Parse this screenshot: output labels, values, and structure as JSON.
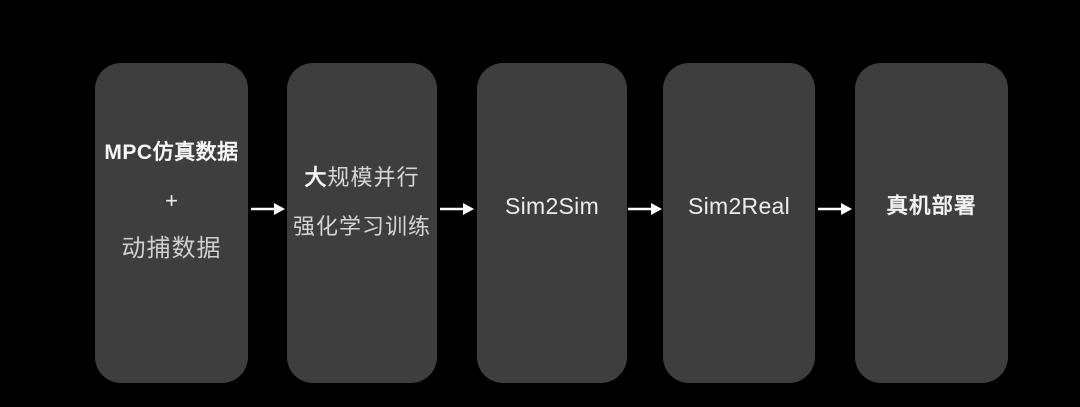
{
  "canvas": {
    "background_color": "#000000",
    "node_fill_color": "#3e3e3e",
    "arrow_color": "#ffffff",
    "text_color": "#f2f2f2"
  },
  "flow": {
    "nodes": [
      {
        "id": "training-data",
        "lines": {
          "title": "MPC仿真数据",
          "plus": "+",
          "subtitle": "动捕数据"
        }
      },
      {
        "id": "rl-training",
        "lines": {
          "line1_lead": "大",
          "line1_rest": "规模并行",
          "line2": "强化学习训练"
        }
      },
      {
        "id": "sim2sim",
        "lines": {
          "title": "Sim2Sim"
        }
      },
      {
        "id": "sim2real",
        "lines": {
          "title": "Sim2Real"
        }
      },
      {
        "id": "deployment",
        "lines": {
          "title": "真机部署"
        }
      }
    ],
    "arrows": [
      {
        "icon": "arrow-right-icon"
      },
      {
        "icon": "arrow-right-icon"
      },
      {
        "icon": "arrow-right-icon"
      },
      {
        "icon": "arrow-right-icon"
      }
    ]
  }
}
